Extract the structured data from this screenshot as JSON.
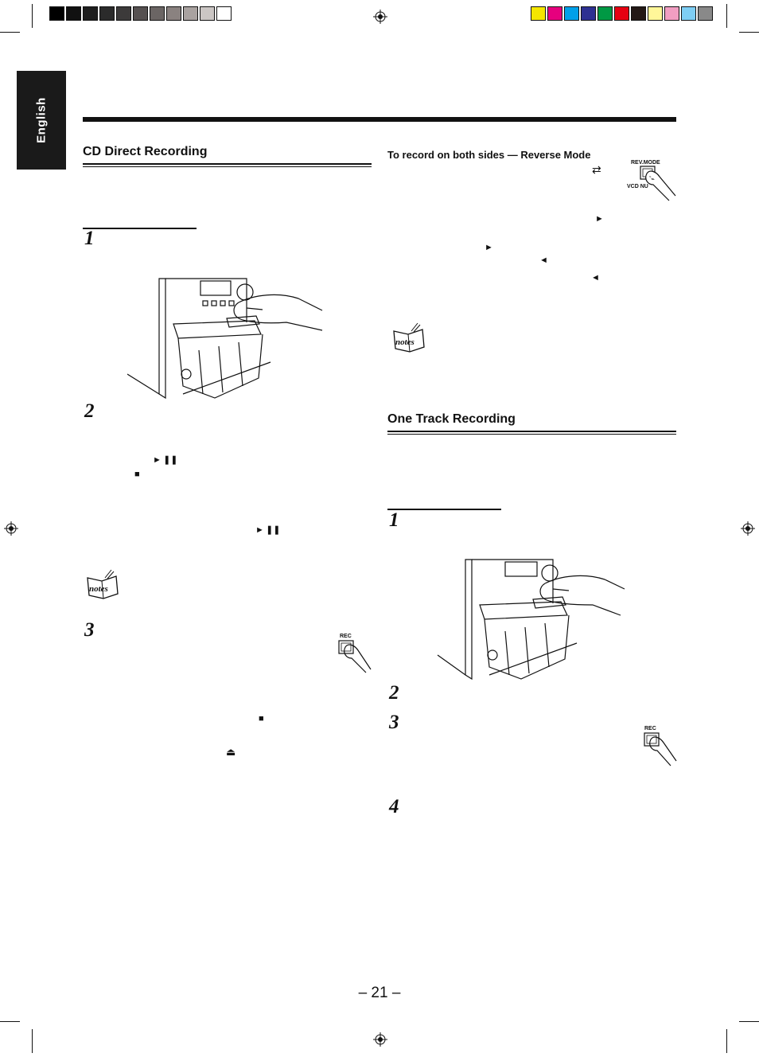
{
  "color_bar": {
    "grays": [
      "#000000",
      "#111111",
      "#1e1e1e",
      "#2b2b2b",
      "#3c3a3a",
      "#555050",
      "#6b6564",
      "#8a8280",
      "#a9a2a0",
      "#cbc6c4",
      "#ffffff"
    ],
    "colors": [
      "#f5e600",
      "#e6007e",
      "#00a0e9",
      "#2e3192",
      "#009944",
      "#e60012",
      "#231815",
      "#fff799",
      "#f19ec2",
      "#7ecef4",
      "#898989"
    ]
  },
  "sidebar": {
    "language_tab": "English"
  },
  "left_column": {
    "heading": "CD Direct Recording",
    "steps": [
      "1",
      "2",
      "3"
    ],
    "glyphs": {
      "play_pause_1": "► ❚❚",
      "stop_1": "■",
      "play_pause_2": "► ❚❚",
      "stop_2": "■",
      "eject": "⏏"
    },
    "rec_button_label": "REC"
  },
  "right_column": {
    "reverse_mode_heading": "To record on both sides — Reverse Mode",
    "reverse_mode_icon": "⇄",
    "rev_mode_button_label": "REV.MODE",
    "vcd_button_label": "VCD NU",
    "glyphs": {
      "play_fwd_1": "►",
      "play_fwd_2": "►",
      "play_rev_1": "◄",
      "play_rev_2": "◄"
    },
    "heading": "One Track Recording",
    "steps": [
      "1",
      "2",
      "3",
      "4"
    ],
    "rec_button_label": "REC"
  },
  "notes_label": "notes",
  "page_number": "– 21 –"
}
